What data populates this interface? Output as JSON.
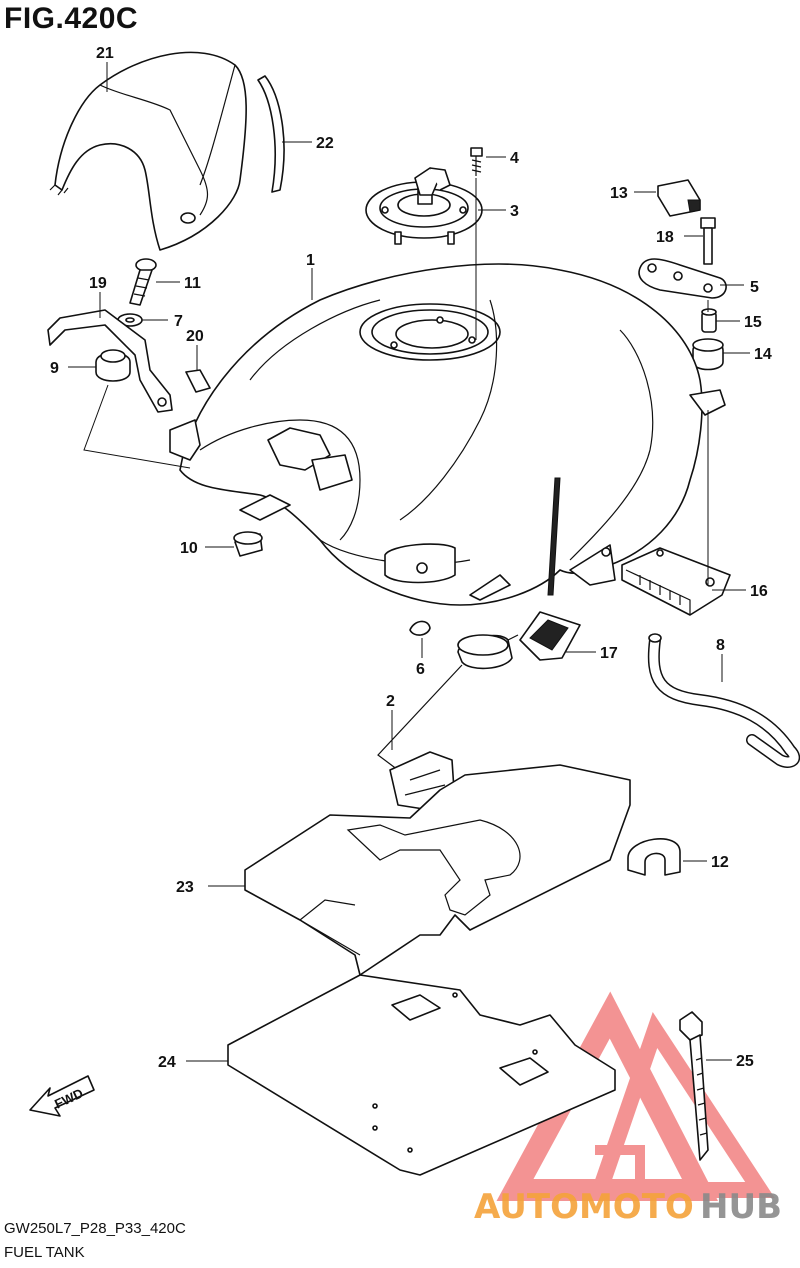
{
  "figure": {
    "title": "FIG.420C",
    "code": "GW250L7_P28_P33_420C",
    "name": "FUEL TANK"
  },
  "callouts": {
    "c1": "1",
    "c2": "2",
    "c3": "3",
    "c4": "4",
    "c5": "5",
    "c6": "6",
    "c7": "7",
    "c8": "8",
    "c9": "9",
    "c10": "10",
    "c11": "11",
    "c12": "12",
    "c13": "13",
    "c14": "14",
    "c15": "15",
    "c16": "16",
    "c17": "17",
    "c18": "18",
    "c19": "19",
    "c20": "20",
    "c21": "21",
    "c22": "22",
    "c23": "23",
    "c24": "24",
    "c25": "25"
  },
  "fwd_label": "FWD",
  "watermark": {
    "text_a": "AUTOMOTO",
    "text_b": "HUB",
    "color_a": "#f5a33a",
    "color_b": "#8a8a8a",
    "logo_color": "#f07070"
  }
}
